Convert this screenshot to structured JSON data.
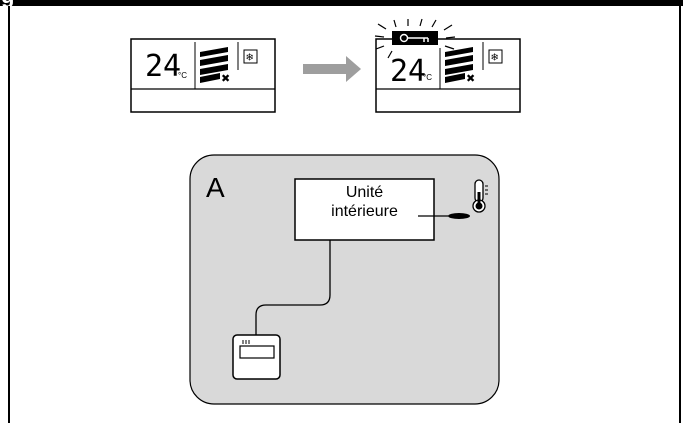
{
  "header": {
    "letter": "g"
  },
  "display_before": {
    "temperature": "24",
    "unit": "°C"
  },
  "display_after": {
    "temperature": "24",
    "unit": "°C",
    "lock_icon": "key-lock-icon"
  },
  "arrow_icon": "right-arrow-icon",
  "panel": {
    "letter": "A",
    "indoor_unit_line1": "Unité",
    "indoor_unit_line2": "intérieure",
    "sensor_icon": "thermometer-icon",
    "remote_icon": "remote-controller-icon",
    "background_color": "#d9d9d9"
  }
}
